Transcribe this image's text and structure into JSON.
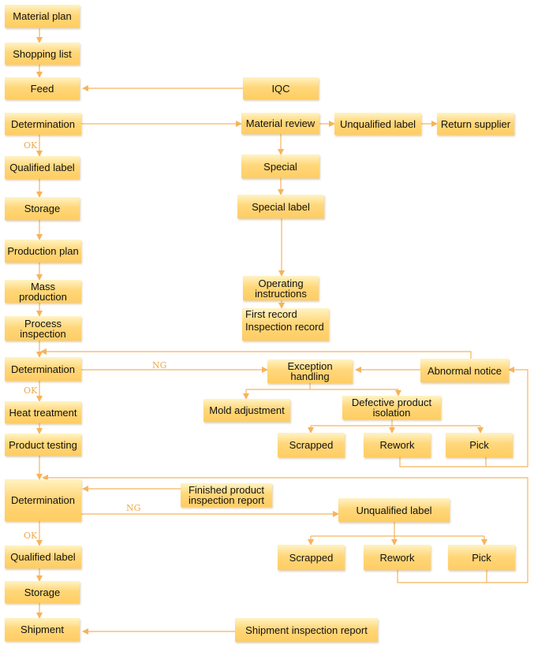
{
  "nodes": {
    "material_plan": "Material plan",
    "shopping_list": "Shopping list",
    "feed": "Feed",
    "iqc": "IQC",
    "determination_1": "Determination",
    "material_review": "Material review",
    "unqualified_label_1": "Unqualified label",
    "return_supplier": "Return supplier",
    "qualified_label_1": "Qualified label",
    "special": "Special",
    "storage_1": "Storage",
    "special_label": "Special label",
    "production_plan": "Production plan",
    "operating_instructions_1": "Operating",
    "operating_instructions_2": "instructions",
    "mass_production": "Mass production",
    "first_record_1": "First record",
    "first_record_2": "Inspection record",
    "process_inspection_1": "Process",
    "process_inspection_2": "inspection",
    "determination_2": "Determination",
    "exception_handling_1": "Exception",
    "exception_handling_2": "handling",
    "abnormal_notice": "Abnormal notice",
    "heat_treatment": "Heat treatment",
    "mold_adjustment": "Mold adjustment",
    "defective_isolation_1": "Defective product",
    "defective_isolation_2": "isolation",
    "product_testing": "Product testing",
    "scrapped_1": "Scrapped",
    "rework_1": "Rework",
    "pick_1": "Pick",
    "determination_3": "Determination",
    "finished_report_1": "Finished product",
    "finished_report_2": "inspection report",
    "unqualified_label_2": "Unqualified label",
    "qualified_label_2": "Qualified label",
    "scrapped_2": "Scrapped",
    "rework_2": "Rework",
    "pick_2": "Pick",
    "storage_2": "Storage",
    "shipment": "Shipment",
    "shipment_report": "Shipment inspection report"
  },
  "edge_labels": {
    "ok_1": "OK",
    "ng_1": "NG",
    "ok_2": "OK",
    "ng_2": "NG",
    "ok_3": "OK"
  },
  "colors": {
    "line": "#f6b35c",
    "box_top": "#fff3c4",
    "box_bottom": "#ffcd63",
    "label": "#f0a94a"
  }
}
